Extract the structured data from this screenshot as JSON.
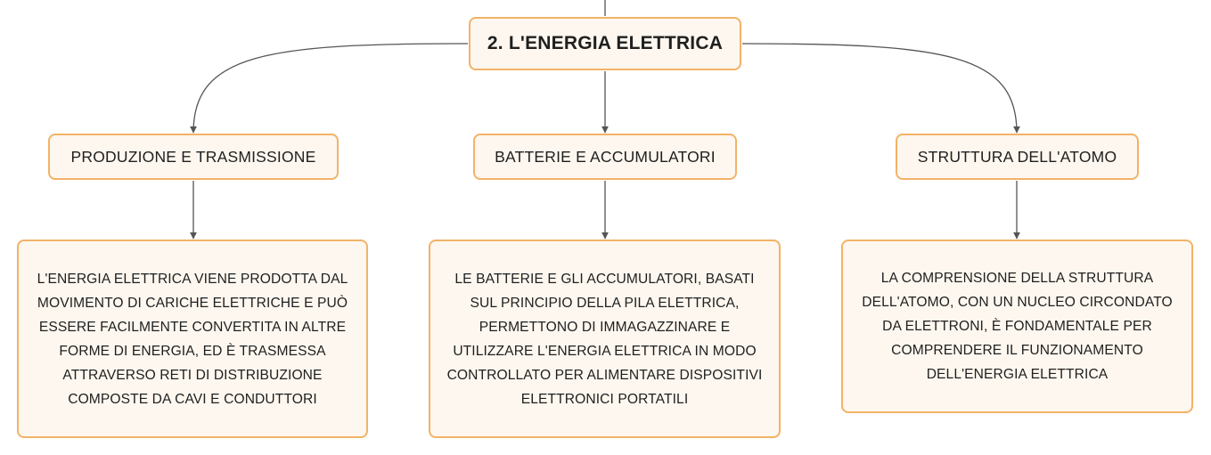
{
  "root": {
    "label": "2. L'ENERGIA ELETTRICA"
  },
  "branches": [
    {
      "title": "PRODUZIONE E TRASMISSIONE",
      "detail": "L'ENERGIA ELETTRICA VIENE PRODOTTA DAL MOVIMENTO DI CARICHE ELETTRICHE E PUÒ ESSERE FACILMENTE CONVERTITA IN ALTRE FORME DI ENERGIA, ED È TRASMESSA ATTRAVERSO RETI DI DISTRIBUZIONE COMPOSTE DA CAVI E CONDUTTORI"
    },
    {
      "title": "BATTERIE E ACCUMULATORI",
      "detail": "LE BATTERIE E GLI ACCUMULATORI, BASATI SUL PRINCIPIO DELLA PILA ELETTRICA, PERMETTONO DI IMMAGAZZINARE E UTILIZZARE L'ENERGIA ELETTRICA IN MODO CONTROLLATO PER ALIMENTARE DISPOSITIVI ELETTRONICI PORTATILI"
    },
    {
      "title": "STRUTTURA DELL'ATOMO",
      "detail": "LA COMPRENSIONE DELLA STRUTTURA DELL'ATOMO, CON UN NUCLEO CIRCONDATO DA ELETTRONI, È FONDAMENTALE PER COMPRENDERE IL FUNZIONAMENTO DELL'ENERGIA ELETTRICA"
    }
  ],
  "colors": {
    "node_border": "#f3b267",
    "node_fill": "#fdf7ef",
    "connector": "#555555",
    "text": "#1f1f1f"
  }
}
